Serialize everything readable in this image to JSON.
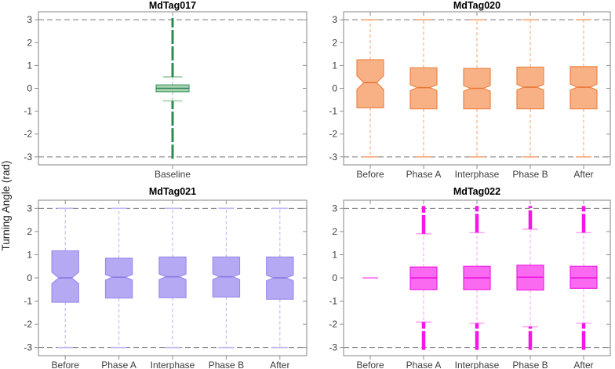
{
  "figure": {
    "ylabel": "Turning Angle (rad)"
  },
  "chart_data": [
    {
      "type": "box",
      "title": "MdTag017",
      "categories": [
        "Baseline"
      ],
      "ylim": [
        -3.35,
        3.35
      ],
      "yticks": [
        -3,
        -2,
        -1,
        0,
        1,
        2,
        3
      ],
      "reference_lines": [
        -3,
        3
      ],
      "grid": false,
      "colors": {
        "fill": "#aad4b0",
        "edge": "#4a9c6b",
        "median": "#35845a",
        "whisker": "#9ccaa8",
        "outlier": "#2e8b50",
        "axis": "#8f8f8f",
        "ref": "#767676",
        "tick_label": "#3d3d3d"
      },
      "boxes": [
        {
          "label": "Baseline",
          "q1": -0.15,
          "median": 0.0,
          "q3": 0.15,
          "notch_low": null,
          "notch_high": null,
          "whisker_low": -0.55,
          "whisker_high": 0.5,
          "outlier_columns": [
            [
              0.5,
              3.08
            ],
            [
              -3.08,
              -0.55
            ]
          ],
          "degenerate": false
        }
      ]
    },
    {
      "type": "box",
      "title": "MdTag020",
      "categories": [
        "Before",
        "Phase A",
        "Interphase",
        "Phase B",
        "After"
      ],
      "ylim": [
        -3.35,
        3.35
      ],
      "yticks": [
        -3,
        -2,
        -1,
        0,
        1,
        2,
        3
      ],
      "reference_lines": [
        -3,
        3
      ],
      "grid": false,
      "colors": {
        "fill": "#f8b185",
        "edge": "#ee8345",
        "median": "#e87636",
        "whisker": "#f5a877",
        "outlier": "#ee8345",
        "axis": "#8f8f8f",
        "ref": "#767676",
        "tick_label": "#3d3d3d"
      },
      "boxes": [
        {
          "label": "Before",
          "q1": -0.85,
          "median": 0.25,
          "q3": 1.25,
          "notch_low": -0.05,
          "notch_high": 0.55,
          "whisker_low": -3.0,
          "whisker_high": 3.0,
          "outlier_columns": [],
          "degenerate": false
        },
        {
          "label": "Phase A",
          "q1": -0.9,
          "median": 0.03,
          "q3": 0.9,
          "notch_low": -0.1,
          "notch_high": 0.16,
          "whisker_low": -3.0,
          "whisker_high": 3.0,
          "outlier_columns": [],
          "degenerate": false
        },
        {
          "label": "Interphase",
          "q1": -0.9,
          "median": 0.0,
          "q3": 0.87,
          "notch_low": -0.12,
          "notch_high": 0.12,
          "whisker_low": -3.0,
          "whisker_high": 3.0,
          "outlier_columns": [],
          "degenerate": false
        },
        {
          "label": "Phase B",
          "q1": -0.9,
          "median": 0.05,
          "q3": 0.93,
          "notch_low": -0.07,
          "notch_high": 0.17,
          "whisker_low": -3.0,
          "whisker_high": 3.0,
          "outlier_columns": [],
          "degenerate": false
        },
        {
          "label": "After",
          "q1": -0.9,
          "median": 0.05,
          "q3": 0.95,
          "notch_low": -0.08,
          "notch_high": 0.18,
          "whisker_low": -3.0,
          "whisker_high": 3.0,
          "outlier_columns": [],
          "degenerate": false
        }
      ]
    },
    {
      "type": "box",
      "title": "MdTag021",
      "categories": [
        "Before",
        "Phase A",
        "Interphase",
        "Phase B",
        "After"
      ],
      "ylim": [
        -3.35,
        3.35
      ],
      "yticks": [
        -3,
        -2,
        -1,
        0,
        1,
        2,
        3
      ],
      "reference_lines": [
        -3,
        3
      ],
      "grid": false,
      "colors": {
        "fill": "#b6a9f3",
        "edge": "#9b8cec",
        "median": "#8374e0",
        "whisker": "#c0b6f6",
        "outlier": "#9b8cec",
        "axis": "#8f8f8f",
        "ref": "#767676",
        "tick_label": "#3d3d3d"
      },
      "boxes": [
        {
          "label": "Before",
          "q1": -1.05,
          "median": 0.0,
          "q3": 1.17,
          "notch_low": -0.25,
          "notch_high": 0.25,
          "whisker_low": -3.0,
          "whisker_high": 3.0,
          "outlier_columns": [],
          "degenerate": false
        },
        {
          "label": "Phase A",
          "q1": -0.87,
          "median": 0.03,
          "q3": 0.85,
          "notch_low": -0.09,
          "notch_high": 0.15,
          "whisker_low": -3.0,
          "whisker_high": 3.0,
          "outlier_columns": [],
          "degenerate": false
        },
        {
          "label": "Interphase",
          "q1": -0.85,
          "median": 0.05,
          "q3": 0.9,
          "notch_low": -0.07,
          "notch_high": 0.17,
          "whisker_low": -3.0,
          "whisker_high": 3.0,
          "outlier_columns": [],
          "degenerate": false
        },
        {
          "label": "Phase B",
          "q1": -0.82,
          "median": 0.05,
          "q3": 0.9,
          "notch_low": -0.07,
          "notch_high": 0.17,
          "whisker_low": -3.0,
          "whisker_high": 3.0,
          "outlier_columns": [],
          "degenerate": false
        },
        {
          "label": "After",
          "q1": -0.92,
          "median": 0.0,
          "q3": 0.9,
          "notch_low": -0.12,
          "notch_high": 0.12,
          "whisker_low": -3.0,
          "whisker_high": 3.0,
          "outlier_columns": [],
          "degenerate": false
        }
      ]
    },
    {
      "type": "box",
      "title": "MdTag022",
      "categories": [
        "Before",
        "Phase A",
        "Interphase",
        "Phase B",
        "After"
      ],
      "ylim": [
        -3.35,
        3.35
      ],
      "yticks": [
        -3,
        -2,
        -1,
        0,
        1,
        2,
        3
      ],
      "reference_lines": [
        -3,
        3
      ],
      "grid": false,
      "colors": {
        "fill": "#fa6af0",
        "edge": "#f020e4",
        "median": "#ee11e0",
        "whisker": "#f9a7f3",
        "outlier": "#f714e8",
        "degenerate_line": "#f98cf0",
        "axis": "#8f8f8f",
        "ref": "#767676",
        "tick_label": "#3d3d3d"
      },
      "boxes": [
        {
          "label": "Before",
          "q1": null,
          "median": 0.0,
          "q3": null,
          "notch_low": null,
          "notch_high": null,
          "whisker_low": null,
          "whisker_high": null,
          "outlier_columns": [],
          "degenerate": true
        },
        {
          "label": "Phase A",
          "q1": -0.5,
          "median": 0.0,
          "q3": 0.47,
          "notch_low": null,
          "notch_high": null,
          "whisker_low": -1.9,
          "whisker_high": 1.9,
          "outlier_columns": [
            [
              1.9,
              3.1
            ],
            [
              -3.1,
              -1.9
            ]
          ],
          "degenerate": false
        },
        {
          "label": "Interphase",
          "q1": -0.5,
          "median": 0.0,
          "q3": 0.5,
          "notch_low": null,
          "notch_high": null,
          "whisker_low": -1.95,
          "whisker_high": 1.95,
          "outlier_columns": [
            [
              1.95,
              3.1
            ],
            [
              -3.1,
              -1.95
            ]
          ],
          "degenerate": false
        },
        {
          "label": "Phase B",
          "q1": -0.52,
          "median": 0.03,
          "q3": 0.55,
          "notch_low": null,
          "notch_high": null,
          "whisker_low": -2.1,
          "whisker_high": 2.1,
          "outlier_columns": [
            [
              2.1,
              3.1
            ],
            [
              -3.1,
              -2.1
            ]
          ],
          "degenerate": false
        },
        {
          "label": "After",
          "q1": -0.45,
          "median": 0.0,
          "q3": 0.5,
          "notch_low": null,
          "notch_high": null,
          "whisker_low": -1.95,
          "whisker_high": 1.95,
          "outlier_columns": [
            [
              1.95,
              3.1
            ],
            [
              -3.1,
              -1.95
            ]
          ],
          "degenerate": false
        }
      ]
    }
  ]
}
